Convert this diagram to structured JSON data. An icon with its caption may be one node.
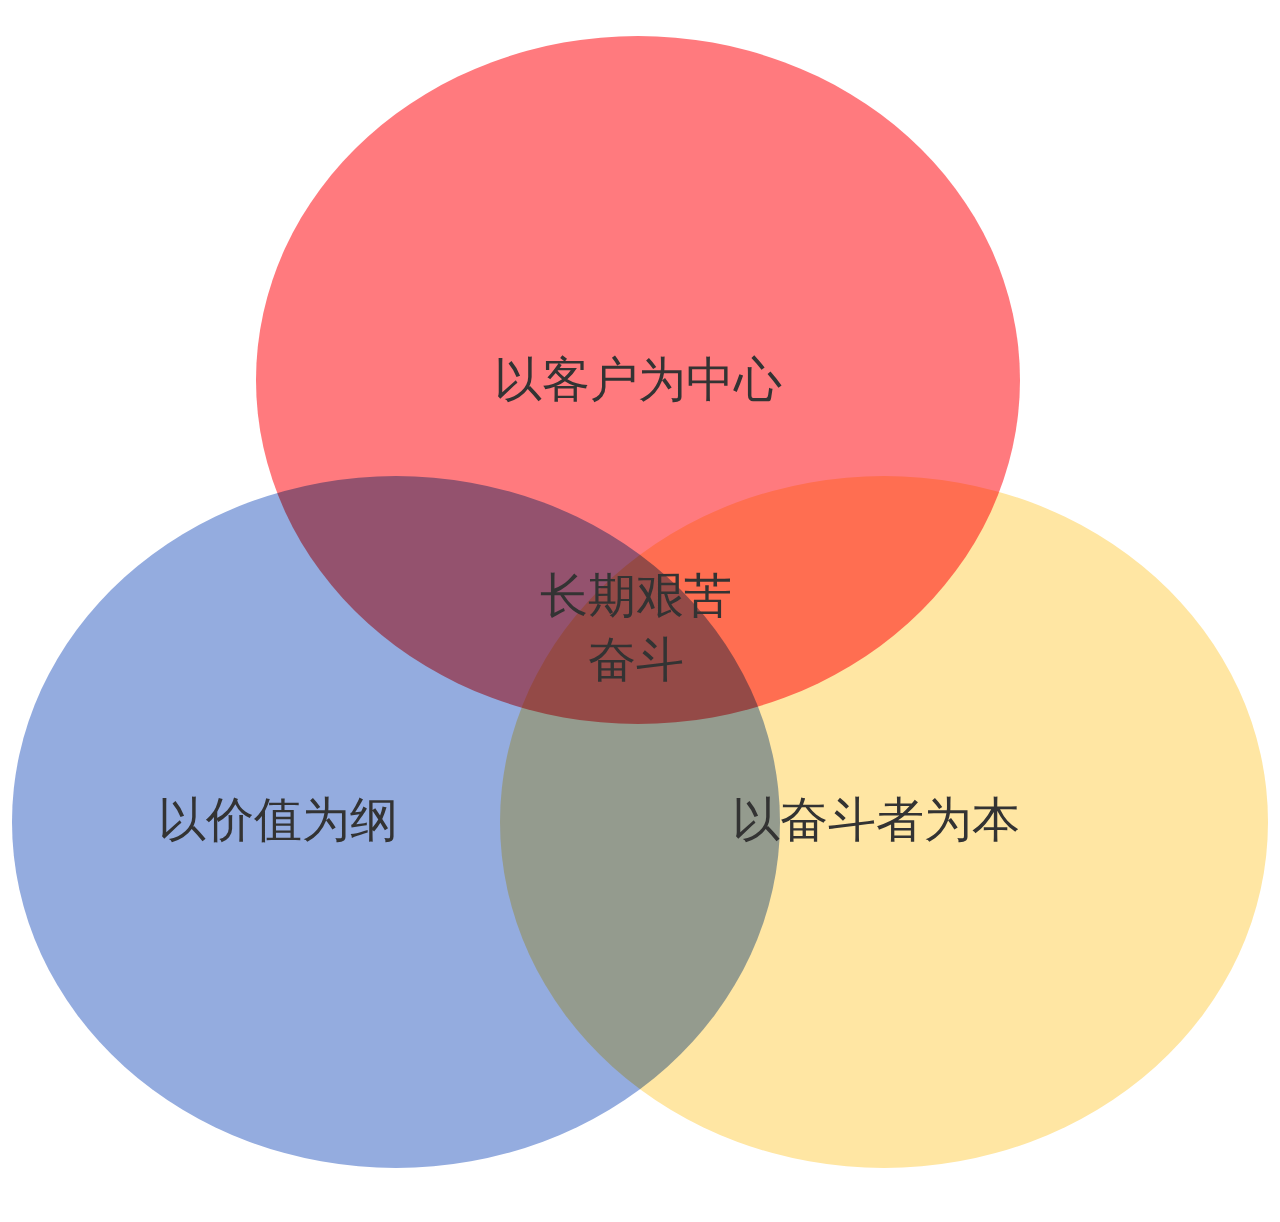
{
  "diagram": {
    "nodes": [
      {
        "text": [
          "以客户为中心"
        ]
      },
      {
        "text": [
          "以价值为纲"
        ]
      },
      {
        "text": [
          "以奋斗者为本"
        ]
      }
    ],
    "labels": [
      "长期艰苦奋斗"
    ]
  }
}
